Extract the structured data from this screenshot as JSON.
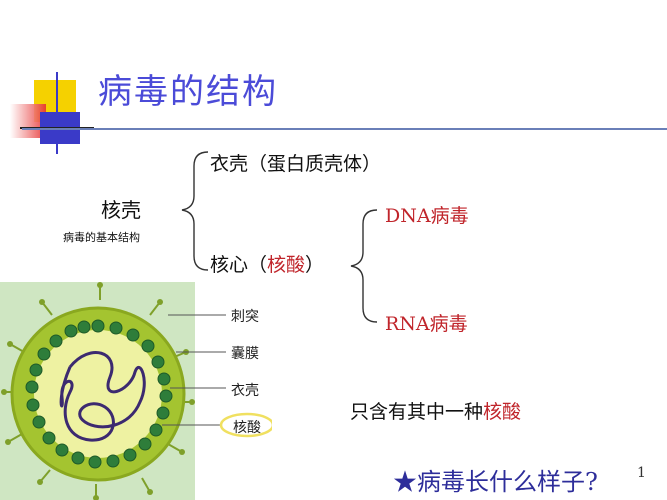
{
  "slide": {
    "title": "病毒的结构",
    "page_number": "1"
  },
  "tree": {
    "root_label": "核壳",
    "root_caption": "病毒的基本结构",
    "capsid_prefix": "衣壳（",
    "capsid_mid": "蛋白质壳体",
    "capsid_suffix": "）",
    "core_prefix": "核心（",
    "core_mid": "核酸",
    "core_suffix": "）",
    "dna": "DNA病毒",
    "rna": "RNA病毒"
  },
  "note": {
    "prefix": "只含有其中一种",
    "highlight": "核酸"
  },
  "virus_labels": {
    "spike": "刺突",
    "envelope": "囊膜",
    "capsid": "衣壳",
    "nucleic": "核酸"
  },
  "bottom": {
    "question": "★病毒长什么样子?"
  },
  "colors": {
    "title": "#4b4bd8",
    "accent_red": "#c0252b",
    "virus_outer": "#a4c430",
    "virus_inner": "#eef2a2",
    "capsomere": "#2e7d3a"
  }
}
